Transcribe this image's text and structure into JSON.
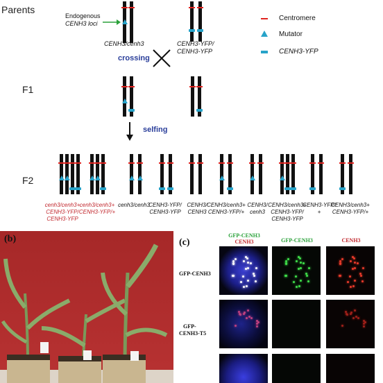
{
  "generations": {
    "parents": "Parents",
    "f1": "F1",
    "f2": "F2"
  },
  "annotations": {
    "endogenous_line1": "Endogenous",
    "endogenous_line2": "CENH3 loci",
    "crossing": "crossing",
    "selfing": "selfing",
    "parent1_genotype": "CENH3/cenh3",
    "parent2_genotype_line1": "CENH3-YFP/",
    "parent2_genotype_line2": "CENH3-YFP"
  },
  "legend": {
    "centromere": "Centromere",
    "mutator": "Mutator",
    "yfp": "CENH3-YFP",
    "centromere_color": "#e0231f",
    "mutator_color": "#27a3c9",
    "yfp_color": "#27a3c9"
  },
  "f2_genotypes": [
    {
      "lines": [
        "cenh3/cenh3+",
        "CENH3-YFP/",
        "CENH3-YFP"
      ],
      "color": "#c1272d"
    },
    {
      "lines": [
        "cenh3/cenh3+",
        "CENH3-YFP/+"
      ],
      "color": "#c1272d"
    },
    {
      "lines": [
        "cenh3/cenh3"
      ],
      "color": "#111111"
    },
    {
      "lines": [
        "CENH3-YFP/",
        "CENH3-YFP"
      ],
      "color": "#111111"
    },
    {
      "lines": [
        "CENH3/",
        "CENH3"
      ],
      "color": "#111111"
    },
    {
      "lines": [
        "CENH3/cenh3+",
        "CENH3-YFP/+"
      ],
      "color": "#111111"
    },
    {
      "lines": [
        "CENH3/",
        "cenh3"
      ],
      "color": "#111111"
    },
    {
      "lines": [
        "CENH3/cenh3+",
        "CENH3-YFP/",
        "CENH3-YFP"
      ],
      "color": "#111111"
    },
    {
      "lines": [
        "CENH3-YFP/",
        "+"
      ],
      "color": "#111111"
    },
    {
      "lines": [
        "CENH3/cenh3+",
        "CENH3-YFP/+"
      ],
      "color": "#111111"
    }
  ],
  "panel_b": {
    "label": "(b)"
  },
  "panel_c": {
    "label": "(c)",
    "col_merge_line1": "GFP-CENH3",
    "col_merge_line2": "CENH3",
    "col_gfp": "GFP-CENH3",
    "col_cenh3": "CENH3",
    "row1": "GFP-CENH3",
    "row2_line1": "GFP-",
    "row2_line2": "CENH3-T5"
  }
}
